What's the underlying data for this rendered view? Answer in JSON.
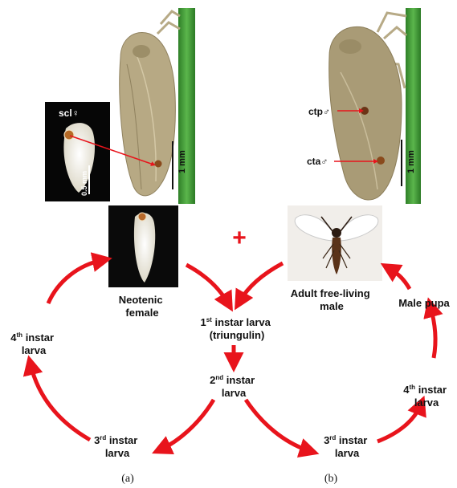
{
  "photos": {
    "female_host": {
      "scale": "1 mm"
    },
    "female_insert": {
      "label": "scl♀",
      "scale": "0.5 mm"
    },
    "male_host": {
      "label_ctp": "ctp♂",
      "label_cta": "cta♂",
      "scale": "1 mm"
    }
  },
  "plus_sign": "+",
  "cycle_a": {
    "neotenic_female": [
      "Neotenic",
      "female"
    ],
    "larva1": {
      "sup": "st",
      "line1_rest": " instar larva",
      "num": "1",
      "line2": "(triungulin)"
    },
    "larva2": {
      "num": "2",
      "sup": "nd",
      "rest": " instar",
      "line2": "larva"
    },
    "larva3": {
      "num": "3",
      "sup": "rd",
      "rest": " instar",
      "line2": "larva"
    },
    "larva4": {
      "num": "4",
      "sup": "th",
      "rest": " instar",
      "line2": "larva"
    }
  },
  "cycle_b": {
    "adult_male": [
      "Adult free-living",
      "male"
    ],
    "male_pupa": "Male pupa",
    "larva3": {
      "num": "3",
      "sup": "rd",
      "rest": " instar",
      "line2": "larva"
    },
    "larva4": {
      "num": "4",
      "sup": "th",
      "rest": " instar",
      "line2": "larva"
    }
  },
  "captions": {
    "a": "(a)",
    "b": "(b)"
  },
  "colors": {
    "arrow": "#e8141c",
    "stem": "#3f9b35",
    "insect": "#a89a74"
  }
}
